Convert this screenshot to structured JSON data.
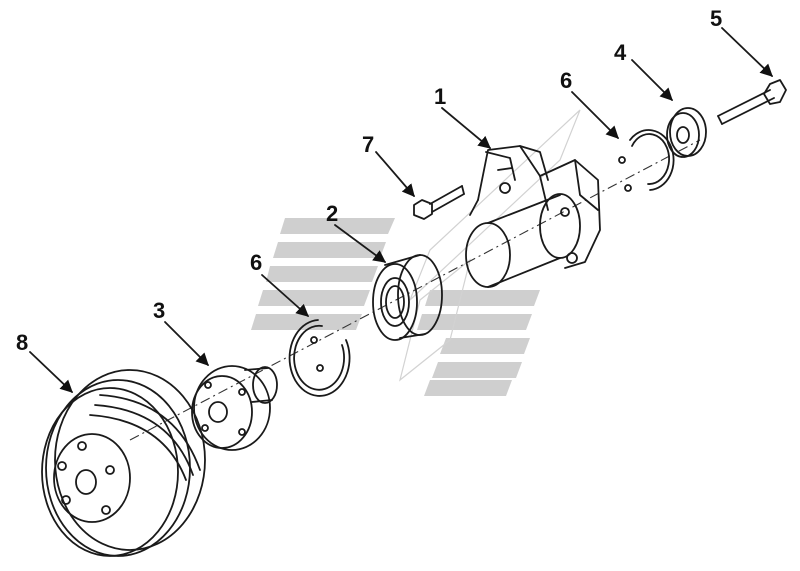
{
  "callouts": {
    "c1": "1",
    "c2": "2",
    "c3": "3",
    "c4": "4",
    "c5": "5",
    "c6a": "6",
    "c6b": "6",
    "c7": "7",
    "c8": "8"
  },
  "colors": {
    "line": "#1a1a1a",
    "watermark": "#cfcfcf",
    "background": "#ffffff"
  }
}
